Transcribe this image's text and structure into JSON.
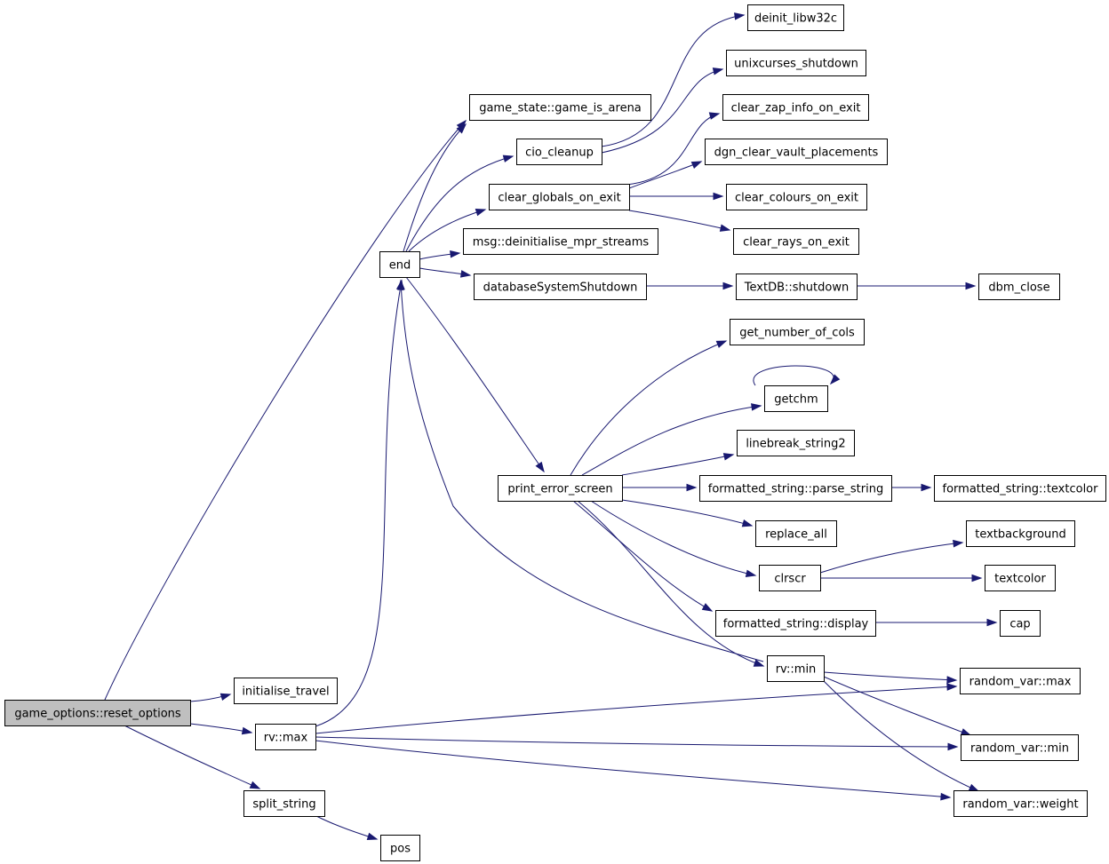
{
  "graph": {
    "edge_color": "#191970",
    "root_fill": "#bfbfbf",
    "nodes": [
      {
        "id": "reset_options",
        "label": "game_options::reset_options",
        "root": true
      },
      {
        "id": "initialise_travel",
        "label": "initialise_travel"
      },
      {
        "id": "rv_max",
        "label": "rv::max"
      },
      {
        "id": "split_string",
        "label": "split_string"
      },
      {
        "id": "pos",
        "label": "pos"
      },
      {
        "id": "end",
        "label": "end"
      },
      {
        "id": "game_is_arena",
        "label": "game_state::game_is_arena"
      },
      {
        "id": "cio_cleanup",
        "label": "cio_cleanup"
      },
      {
        "id": "clear_globals_on_exit",
        "label": "clear_globals_on_exit"
      },
      {
        "id": "deinit_mpr",
        "label": "msg::deinitialise_mpr_streams"
      },
      {
        "id": "databaseSystemShutdown",
        "label": "databaseSystemShutdown"
      },
      {
        "id": "print_error_screen",
        "label": "print_error_screen"
      },
      {
        "id": "deinit_libw32c",
        "label": "deinit_libw32c"
      },
      {
        "id": "unixcurses_shutdown",
        "label": "unixcurses_shutdown"
      },
      {
        "id": "clear_zap_info_on_exit",
        "label": "clear_zap_info_on_exit"
      },
      {
        "id": "dgn_clear_vault_placements",
        "label": "dgn_clear_vault_placements"
      },
      {
        "id": "clear_colours_on_exit",
        "label": "clear_colours_on_exit"
      },
      {
        "id": "clear_rays_on_exit",
        "label": "clear_rays_on_exit"
      },
      {
        "id": "textdb_shutdown",
        "label": "TextDB::shutdown"
      },
      {
        "id": "dbm_close",
        "label": "dbm_close"
      },
      {
        "id": "get_number_of_cols",
        "label": "get_number_of_cols"
      },
      {
        "id": "getchm",
        "label": "getchm"
      },
      {
        "id": "linebreak_string2",
        "label": "linebreak_string2"
      },
      {
        "id": "parse_string",
        "label": "formatted_string::parse_string"
      },
      {
        "id": "fs_textcolor",
        "label": "formatted_string::textcolor"
      },
      {
        "id": "replace_all",
        "label": "replace_all"
      },
      {
        "id": "clrscr",
        "label": "clrscr"
      },
      {
        "id": "textbackground",
        "label": "textbackground"
      },
      {
        "id": "textcolor",
        "label": "textcolor"
      },
      {
        "id": "fs_display",
        "label": "formatted_string::display"
      },
      {
        "id": "cap",
        "label": "cap"
      },
      {
        "id": "rv_min",
        "label": "rv::min"
      },
      {
        "id": "random_var_max",
        "label": "random_var::max"
      },
      {
        "id": "random_var_min",
        "label": "random_var::min"
      },
      {
        "id": "random_var_weight",
        "label": "random_var::weight"
      }
    ],
    "edges": [
      [
        "reset_options",
        "game_is_arena"
      ],
      [
        "reset_options",
        "initialise_travel"
      ],
      [
        "reset_options",
        "rv_max"
      ],
      [
        "reset_options",
        "split_string"
      ],
      [
        "split_string",
        "pos"
      ],
      [
        "rv_max",
        "end"
      ],
      [
        "rv_max",
        "random_var_max"
      ],
      [
        "rv_max",
        "random_var_min"
      ],
      [
        "rv_max",
        "random_var_weight"
      ],
      [
        "end",
        "game_is_arena"
      ],
      [
        "end",
        "cio_cleanup"
      ],
      [
        "end",
        "clear_globals_on_exit"
      ],
      [
        "end",
        "deinit_mpr"
      ],
      [
        "end",
        "databaseSystemShutdown"
      ],
      [
        "end",
        "print_error_screen"
      ],
      [
        "cio_cleanup",
        "deinit_libw32c"
      ],
      [
        "cio_cleanup",
        "unixcurses_shutdown"
      ],
      [
        "clear_globals_on_exit",
        "clear_zap_info_on_exit"
      ],
      [
        "clear_globals_on_exit",
        "dgn_clear_vault_placements"
      ],
      [
        "clear_globals_on_exit",
        "clear_colours_on_exit"
      ],
      [
        "clear_globals_on_exit",
        "clear_rays_on_exit"
      ],
      [
        "databaseSystemShutdown",
        "textdb_shutdown"
      ],
      [
        "textdb_shutdown",
        "dbm_close"
      ],
      [
        "print_error_screen",
        "get_number_of_cols"
      ],
      [
        "print_error_screen",
        "getchm"
      ],
      [
        "getchm",
        "getchm"
      ],
      [
        "print_error_screen",
        "linebreak_string2"
      ],
      [
        "print_error_screen",
        "parse_string"
      ],
      [
        "parse_string",
        "fs_textcolor"
      ],
      [
        "print_error_screen",
        "replace_all"
      ],
      [
        "print_error_screen",
        "clrscr"
      ],
      [
        "clrscr",
        "textbackground"
      ],
      [
        "clrscr",
        "textcolor"
      ],
      [
        "print_error_screen",
        "fs_display"
      ],
      [
        "fs_display",
        "cap"
      ],
      [
        "print_error_screen",
        "rv_min"
      ],
      [
        "rv_min",
        "end"
      ],
      [
        "rv_min",
        "random_var_max"
      ],
      [
        "rv_min",
        "random_var_min"
      ],
      [
        "rv_min",
        "random_var_weight"
      ]
    ]
  }
}
